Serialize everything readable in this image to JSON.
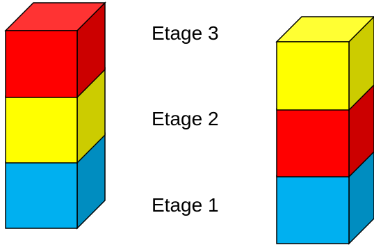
{
  "labels": {
    "floor3": "Etage 3",
    "floor2": "Etage 2",
    "floor1": "Etage 1"
  },
  "colors": {
    "red": {
      "front": "#ff0000",
      "top": "#ff3333",
      "side": "#cc0000"
    },
    "yellow": {
      "front": "#ffff00",
      "top": "#ffff33",
      "side": "#cccc00"
    },
    "blue": {
      "front": "#00b0f0",
      "top": "#33c0f3",
      "side": "#008dc0"
    },
    "outline": "#000000"
  },
  "towers": [
    {
      "name": "left-tower",
      "cubes_bottom_to_top": [
        "blue",
        "yellow",
        "red"
      ]
    },
    {
      "name": "right-tower",
      "cubes_bottom_to_top": [
        "blue",
        "red",
        "yellow"
      ]
    }
  ]
}
